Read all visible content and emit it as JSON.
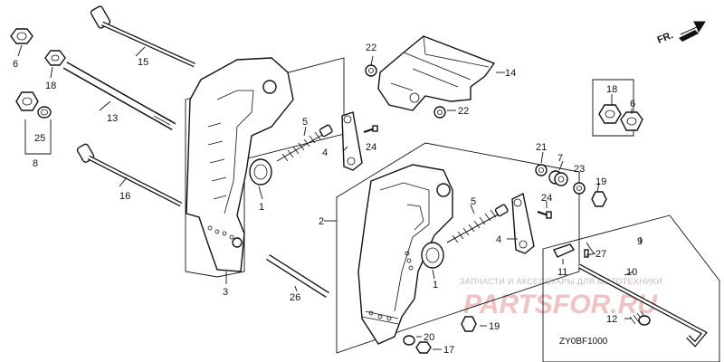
{
  "direction_label": "FR.",
  "diagram_code": "ZY0BF1000",
  "watermark": {
    "top": "ЗАПЧАСТИ И АКСЕССУАРЫ ДЛЯ МОТОТЕХНИКИ",
    "logo": "PARTSFOR.RU"
  },
  "callouts": {
    "c1a": "1",
    "c1b": "1",
    "c2": "2",
    "c3": "3",
    "c4a": "4",
    "c4b": "4",
    "c5a": "5",
    "c5b": "5",
    "c6a": "6",
    "c6b": "6",
    "c7": "7",
    "c8": "8",
    "c9": "9",
    "c10": "10",
    "c11": "11",
    "c12": "12",
    "c13": "13",
    "c14": "14",
    "c15": "15",
    "c16": "16",
    "c17": "17",
    "c18a": "18",
    "c18b": "18",
    "c19a": "19",
    "c19b": "19",
    "c20": "20",
    "c21": "21",
    "c22a": "22",
    "c22b": "22",
    "c23": "23",
    "c24a": "24",
    "c24b": "24",
    "c25": "25",
    "c26": "26",
    "c27": "27"
  }
}
